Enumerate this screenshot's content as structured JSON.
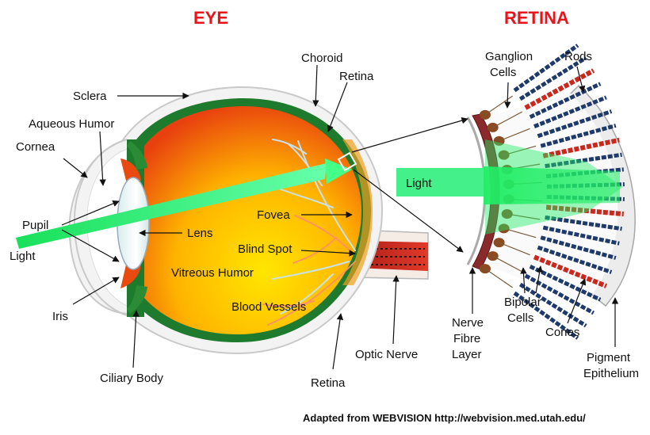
{
  "titles": {
    "eye": "EYE",
    "retina": "RETINA"
  },
  "eye_labels": {
    "choroid": "Choroid",
    "retina_top": "Retina",
    "sclera": "Sclera",
    "aqueous_humor": "Aqueous Humor",
    "cornea": "Cornea",
    "pupil": "Pupil",
    "light": "Light",
    "lens": "Lens",
    "fovea": "Fovea",
    "blind_spot": "Blind Spot",
    "vitreous_humor": "Vitreous Humor",
    "blood_vessels": "Blood Vessels",
    "iris": "Iris",
    "ciliary_body": "Ciliary Body",
    "retina_bottom": "Retina",
    "optic_nerve": "Optic Nerve"
  },
  "retina_labels": {
    "ganglion_line1": "Ganglion",
    "ganglion_line2": "Cells",
    "rods": "Rods",
    "light": "Light",
    "nerve_line1": "Nerve",
    "nerve_line2": "Fibre",
    "nerve_line3": "Layer",
    "bipolar_line1": "Bipolar",
    "bipolar_line2": "Cells",
    "cones": "Cones",
    "pigment_line1": "Pigment",
    "pigment_line2": "Epithelium"
  },
  "credit": "Adapted from WEBVISION http://webvision.med.utah.edu/",
  "colors": {
    "title": "#e8141b",
    "light_beam": "#33ee77",
    "sclera": "#f2f2f2",
    "choroid": "#1e7a2c",
    "vitreous_inner": "#ffdd00",
    "vitreous_outer": "#e84a10",
    "optic_nerve": "#c8281e",
    "rod": "#1d3a6b",
    "cone": "#c8281e",
    "ganglion": "#8a4a22"
  }
}
